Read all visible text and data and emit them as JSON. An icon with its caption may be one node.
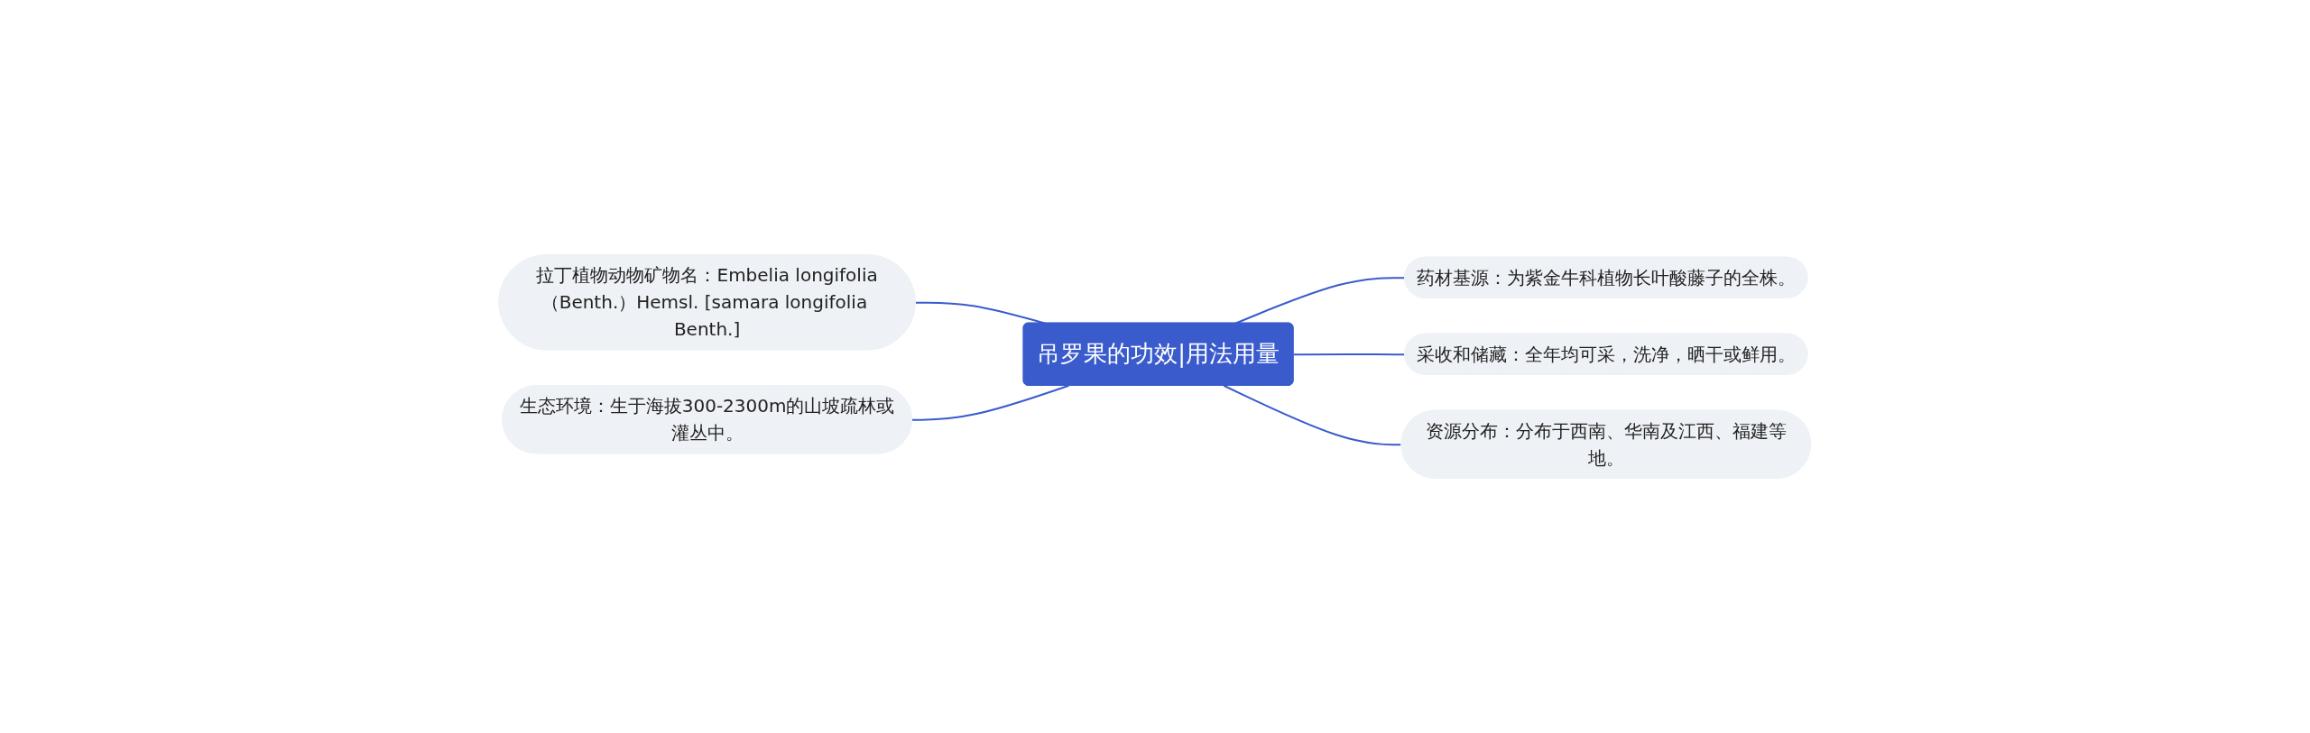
{
  "diagram": {
    "nodes": [
      {
        "text": [
          "吊罗果的功效|用法用量"
        ]
      },
      {
        "text": [
          "拉丁植物动物矿物名：Embelia longifolia（Benth.）Hemsl. [samara longifolia Benth.]"
        ]
      },
      {
        "text": [
          "生态环境：生于海拔300-2300m的山坡疏林或灌丛中。"
        ]
      },
      {
        "text": [
          "药材基源：为紫金牛科植物长叶酸藤子的全株。"
        ]
      },
      {
        "text": [
          "采收和储藏：全年均可采，洗净，晒干或鲜用。"
        ]
      },
      {
        "text": [
          "资源分布：分布于西南、华南及江西、福建等地。"
        ]
      }
    ],
    "edges": [
      {
        "from": 0,
        "to": 1,
        "arrow": "none"
      },
      {
        "from": 0,
        "to": 2,
        "arrow": "none"
      },
      {
        "from": 0,
        "to": 3,
        "arrow": "none"
      },
      {
        "from": 0,
        "to": 4,
        "arrow": "none"
      },
      {
        "from": 0,
        "to": 5,
        "arrow": "none"
      }
    ]
  }
}
